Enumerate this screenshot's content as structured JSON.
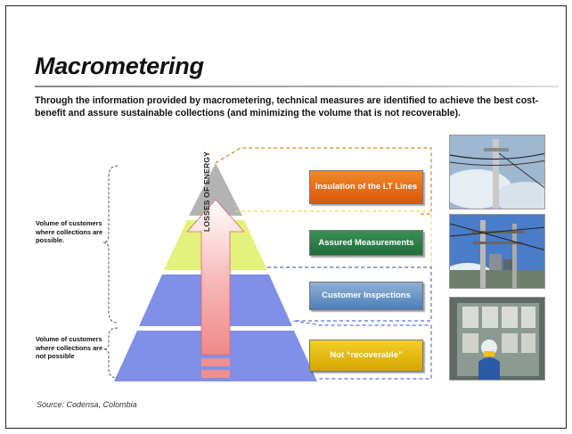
{
  "title": "Macrometering",
  "intro": "Through the information provided by macrometering, technical measures are identified to achieve the best cost-benefit and assure sustainable collections (and minimizing the volume that is not recoverable).",
  "side_notes": {
    "possible": "Volume of customers where collections are possible.",
    "not_possible": "Volume of customers where collections are not possible"
  },
  "arrow_label": "LOSSES OF ENERGY",
  "actions": [
    {
      "label": "Insulation of the LT Lines",
      "color": "#e8701a"
    },
    {
      "label": "Assured Measurements",
      "color": "#2f7f48"
    },
    {
      "label": "Customer Inspections",
      "color": "#6f98c8"
    },
    {
      "label": "Not “recoverable”",
      "color": "#e6b800"
    }
  ],
  "pyramid_colors": {
    "top": "#b0b0b0",
    "upper_middle": "#e2f27a",
    "lower_middle": "#7f8fe6",
    "base": "#7f8fe6",
    "arrow": "#f39a9a"
  },
  "source": {
    "prefix": "Source",
    "text": ": Codensa, Colombia"
  }
}
